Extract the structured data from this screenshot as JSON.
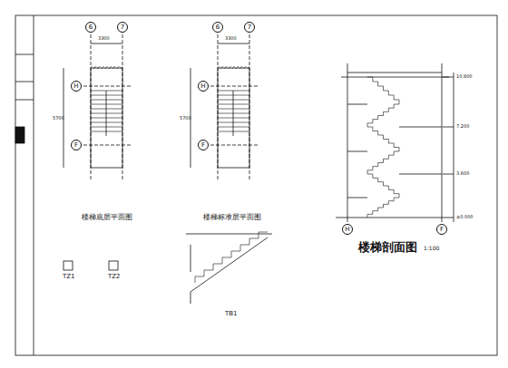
{
  "diagram": {
    "nodes": [
      {
        "text": [
          "6"
        ]
      },
      {
        "text": [
          "7"
        ]
      },
      {
        "text": [
          "H"
        ]
      },
      {
        "text": [
          "F"
        ]
      },
      {
        "text": [
          "6"
        ]
      },
      {
        "text": [
          "7"
        ]
      },
      {
        "text": [
          "H"
        ]
      },
      {
        "text": [
          "F"
        ]
      },
      {
        "text": [
          "H"
        ]
      },
      {
        "text": [
          "F"
        ]
      }
    ],
    "labels": [
      "3300",
      "5700",
      "3300",
      "5700",
      "楼梯底层平面图",
      "楼梯标准层平面图",
      "楼梯剖面图",
      "1:100",
      "10.800",
      "7.200",
      "3.600",
      "±0.000",
      "TZ1",
      "TZ2",
      "TB1"
    ]
  }
}
